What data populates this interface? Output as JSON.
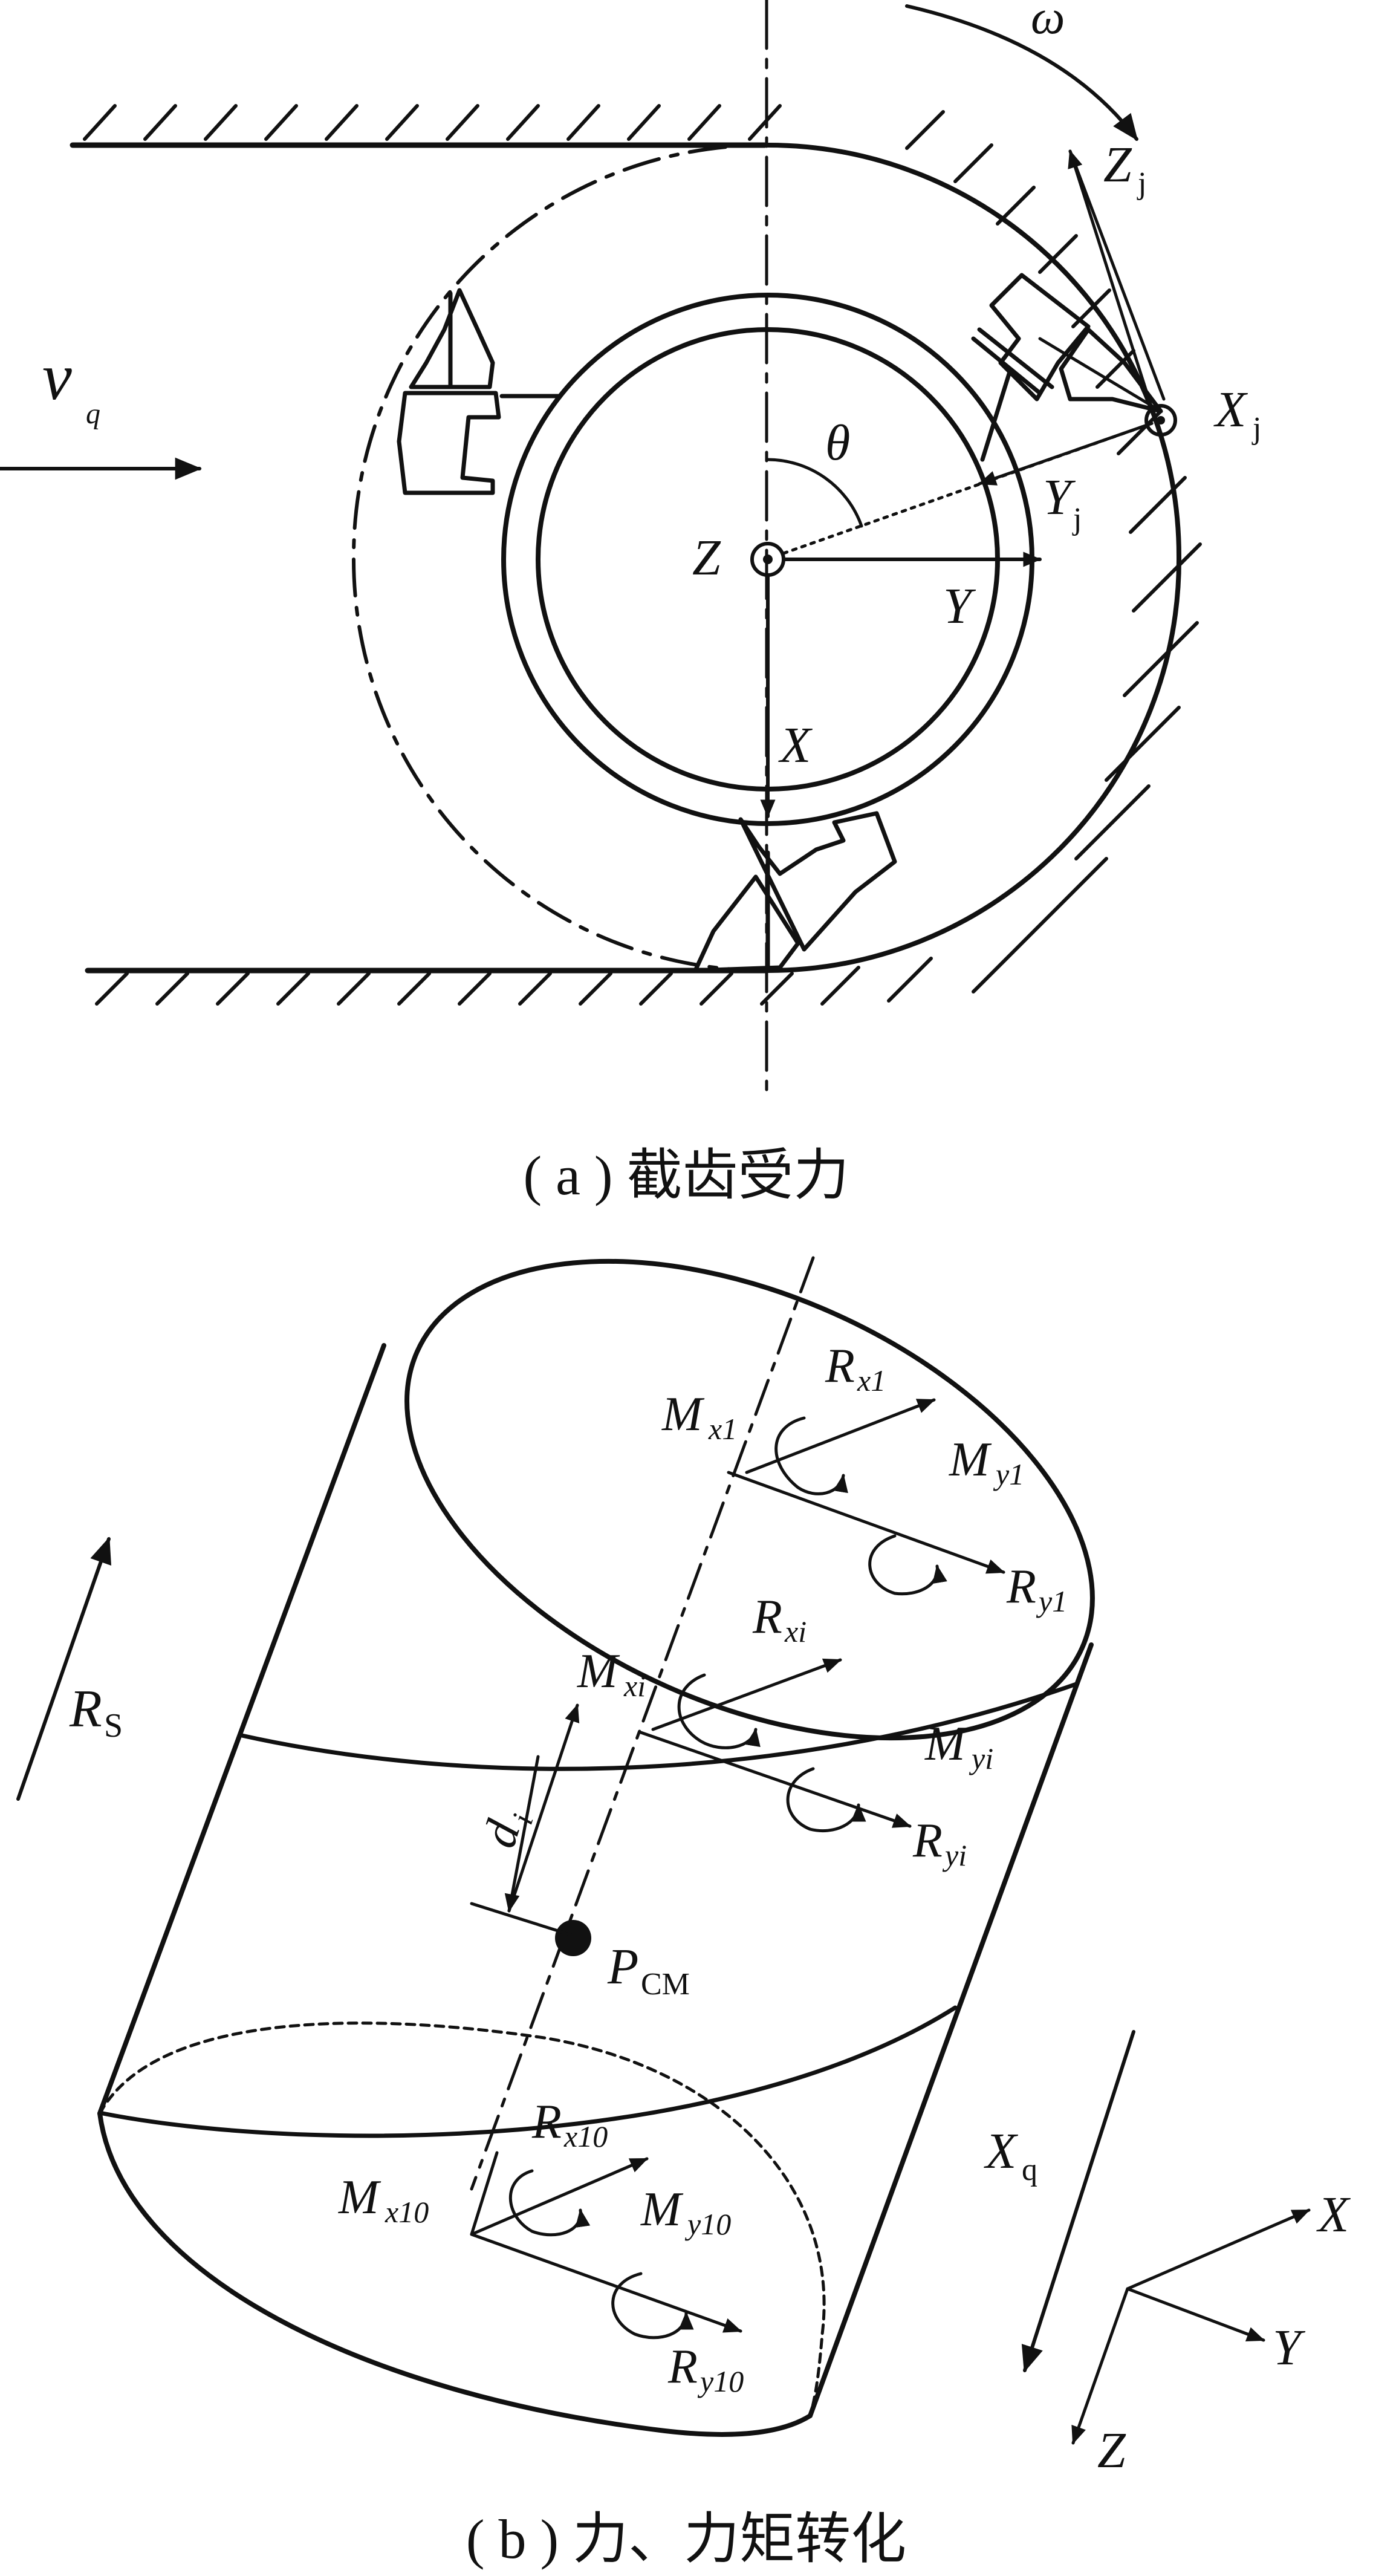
{
  "panel_a": {
    "caption": "( a ) 截齿受力",
    "labels": {
      "omega": "ω",
      "v": "v",
      "v_sub": "q",
      "Zj": "Z",
      "Zj_sub": "j",
      "Xj": "X",
      "Xj_sub": "j",
      "Yj": "Y",
      "Yj_sub": "j",
      "theta": "θ",
      "Z": "Z",
      "Y": "Y",
      "X": "X"
    }
  },
  "panel_b": {
    "caption": "( b ) 力、力矩转化",
    "labels": {
      "Rs": "R",
      "Rs_sub": "S",
      "Mx1": "M",
      "Mx1_sub": "x1",
      "Rx1": "R",
      "Rx1_sub": "x1",
      "My1": "M",
      "My1_sub": "y1",
      "Ry1": "R",
      "Ry1_sub": "y1",
      "Mxi": "M",
      "Mxi_sub": "xi",
      "Rxi": "R",
      "Rxi_sub": "xi",
      "Myi": "M",
      "Myi_sub": "yi",
      "Ryi": "R",
      "Ryi_sub": "yi",
      "di": "d",
      "di_sub": "i",
      "Pcm": "P",
      "Pcm_sub": "CM",
      "Mx10": "M",
      "Mx10_sub": "x10",
      "Rx10": "R",
      "Rx10_sub": "x10",
      "My10": "M",
      "My10_sub": "y10",
      "Ry10": "R",
      "Ry10_sub": "y10",
      "Xq": "X",
      "Xq_sub": "q",
      "axX": "X",
      "axY": "Y",
      "axZ": "Z"
    }
  }
}
